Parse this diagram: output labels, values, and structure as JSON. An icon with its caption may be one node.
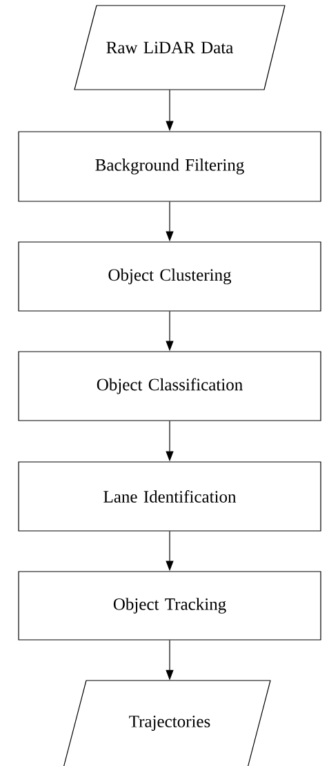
{
  "diagram": {
    "nodes": [
      {
        "text": [
          "Raw LiDAR Data"
        ]
      },
      {
        "text": [
          "Background Filtering"
        ]
      },
      {
        "text": [
          "Object Clustering"
        ]
      },
      {
        "text": [
          "Object Classification"
        ]
      },
      {
        "text": [
          "Lane Identification"
        ]
      },
      {
        "text": [
          "Object Tracking"
        ]
      },
      {
        "text": [
          "Trajectories"
        ]
      }
    ],
    "edges": [
      {
        "from": 0,
        "to": 1,
        "arrow": "to"
      },
      {
        "from": 1,
        "to": 2,
        "arrow": "to"
      },
      {
        "from": 2,
        "to": 3,
        "arrow": "to"
      },
      {
        "from": 3,
        "to": 4,
        "arrow": "to"
      },
      {
        "from": 4,
        "to": 5,
        "arrow": "to"
      },
      {
        "from": 5,
        "to": 6,
        "arrow": "to"
      }
    ]
  }
}
